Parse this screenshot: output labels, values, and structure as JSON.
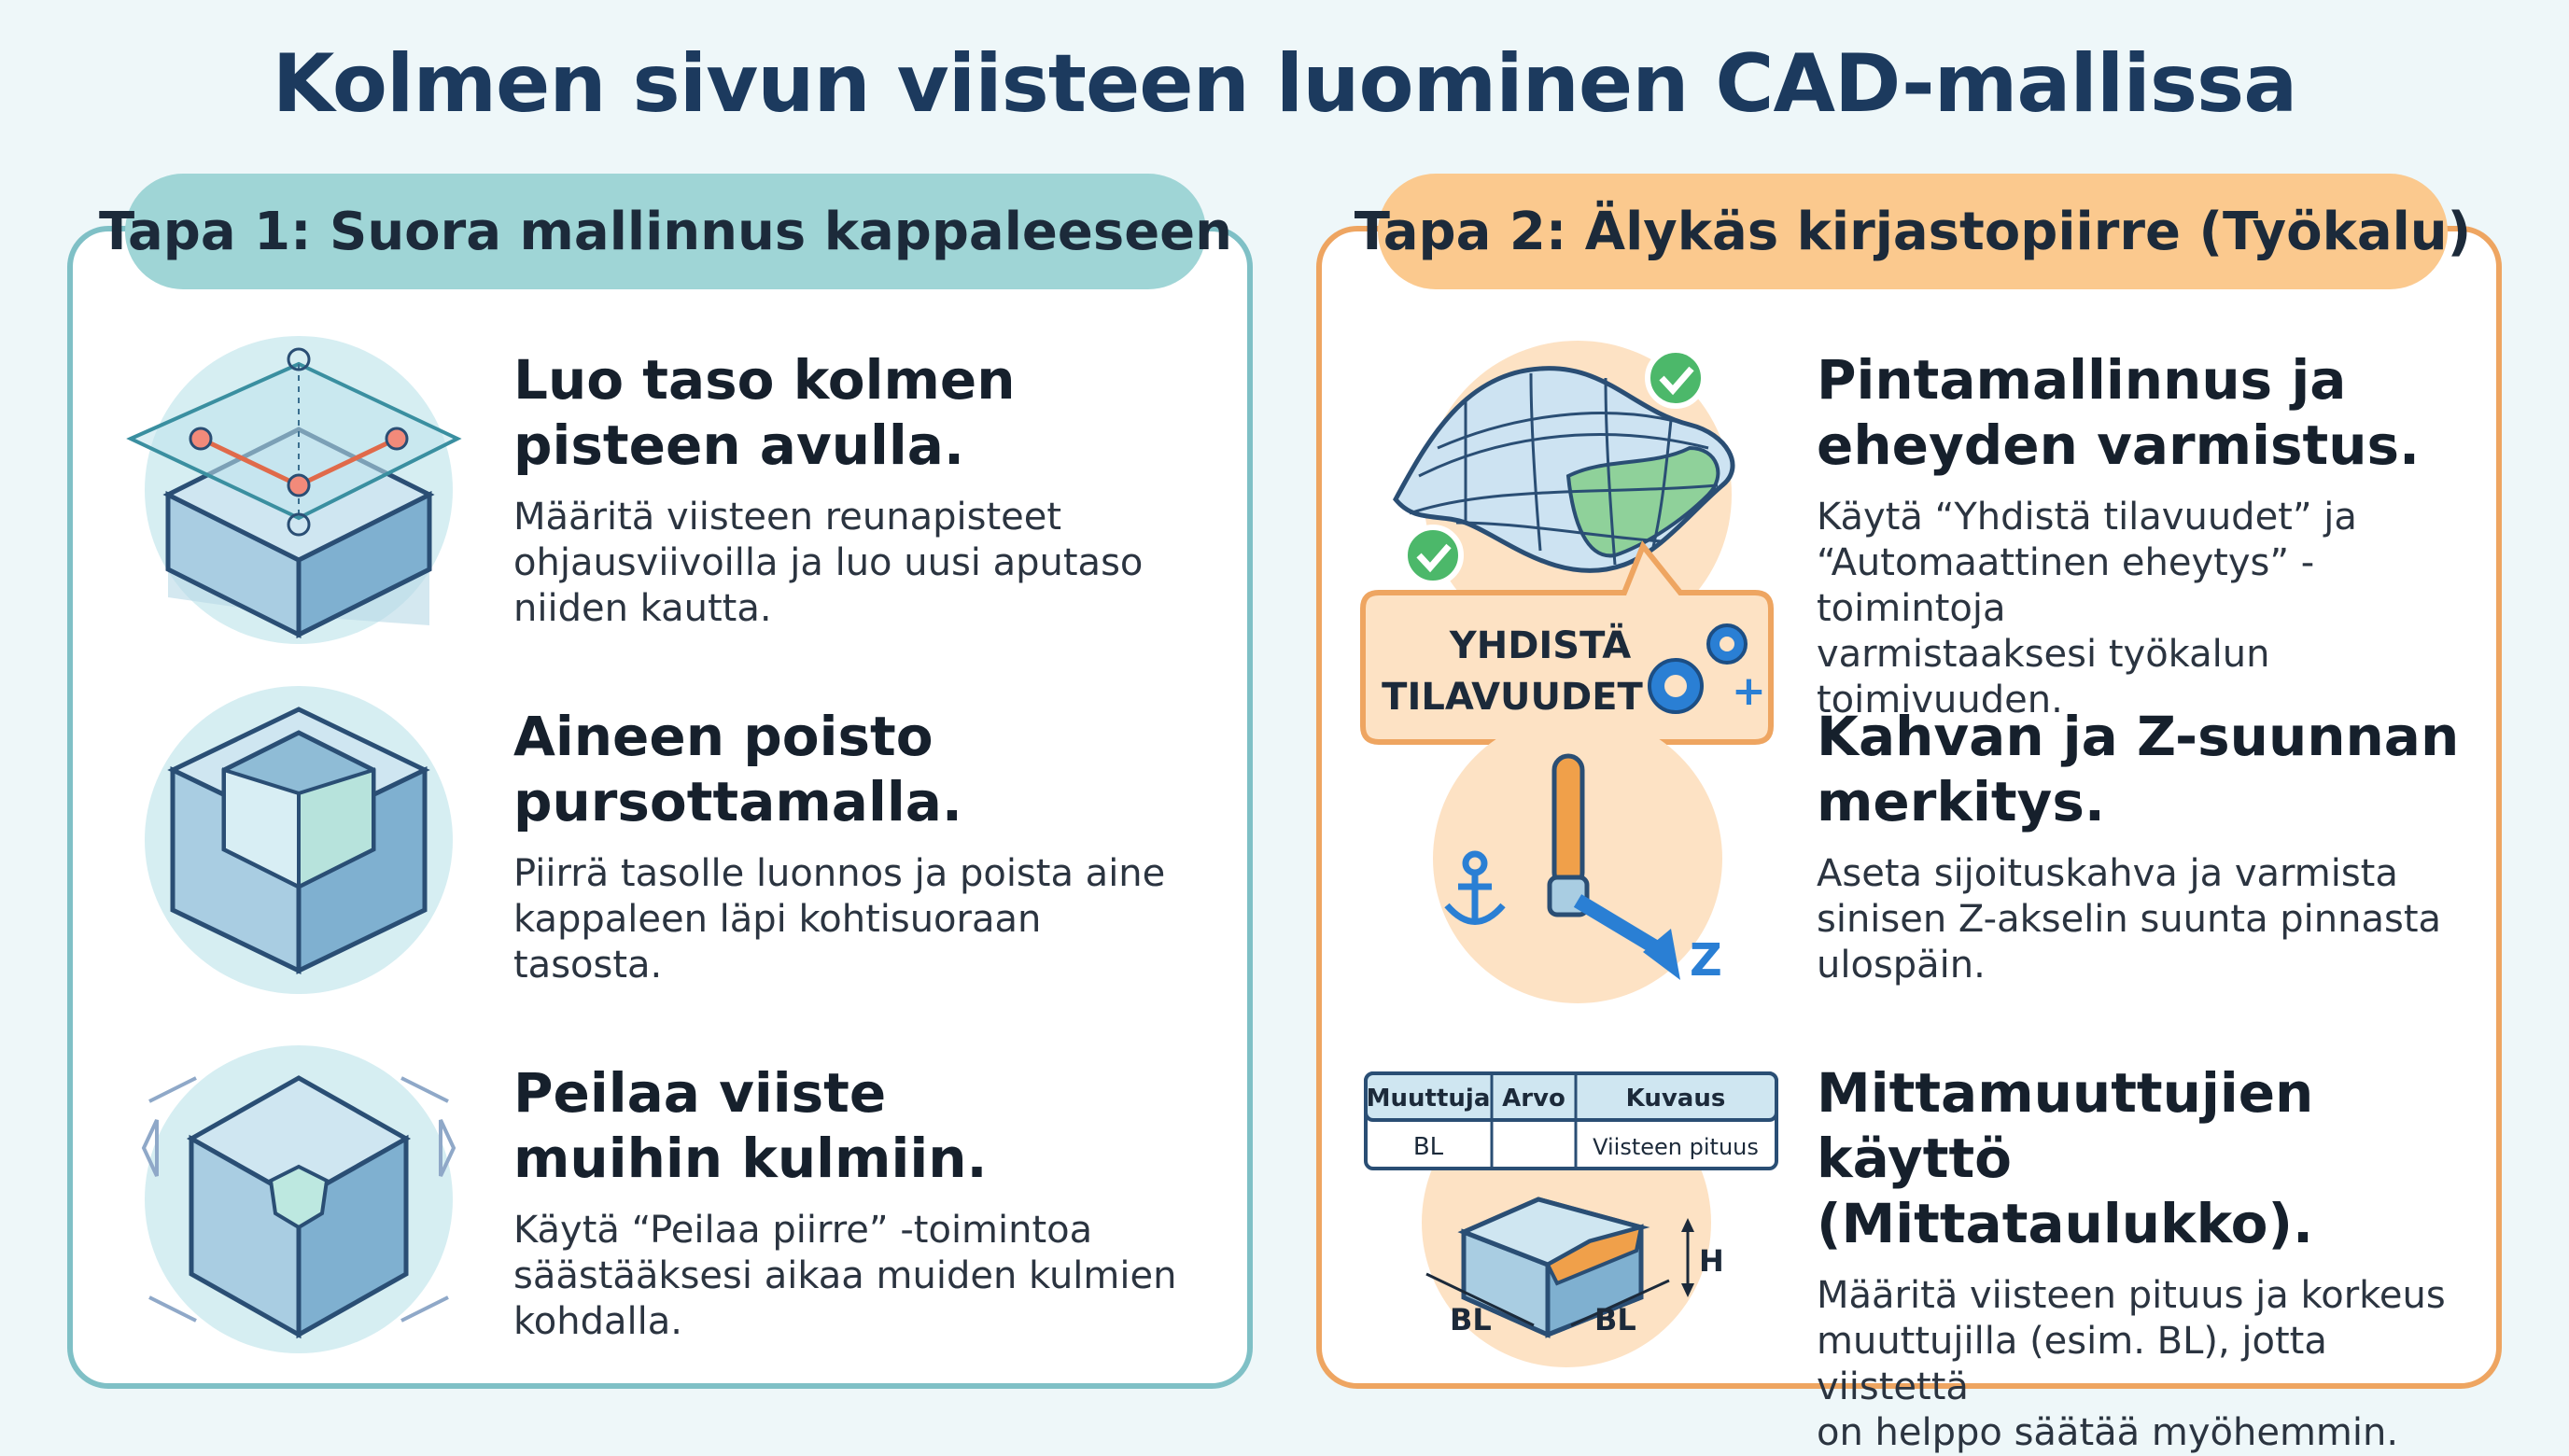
{
  "title": "Kolmen sivun viisteen luominen CAD-mallissa",
  "method1": {
    "label": "Tapa 1: Suora mallinnus kappaleeseen",
    "steps": [
      {
        "heading_l1": "Luo taso kolmen",
        "heading_l2": "pisteen avulla.",
        "text_l1": "Määritä viisteen reunapisteet",
        "text_l2": "ohjausviivoilla ja luo uusi aputaso",
        "text_l3": "niiden kautta."
      },
      {
        "heading_l1": "Aineen poisto",
        "heading_l2": "pursottamalla.",
        "text_l1": "Piirrä tasolle luonnos ja poista aine",
        "text_l2": "kappaleen läpi kohtisuoraan tasosta.",
        "text_l3": ""
      },
      {
        "heading_l1": "Peilaa viiste",
        "heading_l2": "muihin kulmiin.",
        "text_l1": "Käytä “Peilaa piirre” -toimintoa",
        "text_l2": "säästääksesi aikaa muiden kulmien",
        "text_l3": "kohdalla."
      }
    ]
  },
  "method2": {
    "label": "Tapa 2: Älykäs kirjastopiirre (Työkalu)",
    "steps": [
      {
        "heading_l1": "Pintamallinnus ja",
        "heading_l2": "eheyden varmistus.",
        "text_l1": "Käytä “Yhdistä tilavuudet” ja",
        "text_l2": "“Automaattinen eheytys” -toimintoja",
        "text_l3": "varmistaaksesi työkalun toimivuuden."
      },
      {
        "heading_l1": "Kahvan ja Z-suunnan",
        "heading_l2": "merkitys.",
        "text_l1": "Aseta sijoituskahva ja varmista",
        "text_l2": "sinisen Z-akselin suunta pinnasta",
        "text_l3": "ulospäin."
      },
      {
        "heading_l1": "Mittamuuttujien käyttö",
        "heading_l2": "(Mittataulukko).",
        "text_l1": "Määritä viisteen pituus ja korkeus",
        "text_l2": "muuttujilla (esim. BL), jotta viistettä",
        "text_l3": "on helppo säätää myöhemmin."
      }
    ]
  },
  "callout": {
    "line1": "YHDISTÄ",
    "line2": "TILAVUUDET"
  },
  "axis_label": "Z",
  "table": {
    "headers": [
      "Muuttuja",
      "Arvo",
      "Kuvaus"
    ],
    "row": [
      "BL",
      "",
      "Viisteen pituus"
    ]
  },
  "dims": {
    "h": "H",
    "bl_left": "BL",
    "bl_right": "BL"
  },
  "colors": {
    "teal": "#7fc0c6",
    "orange": "#eea561",
    "title": "#1c3a5e",
    "blue_accent": "#2a7fd4"
  }
}
